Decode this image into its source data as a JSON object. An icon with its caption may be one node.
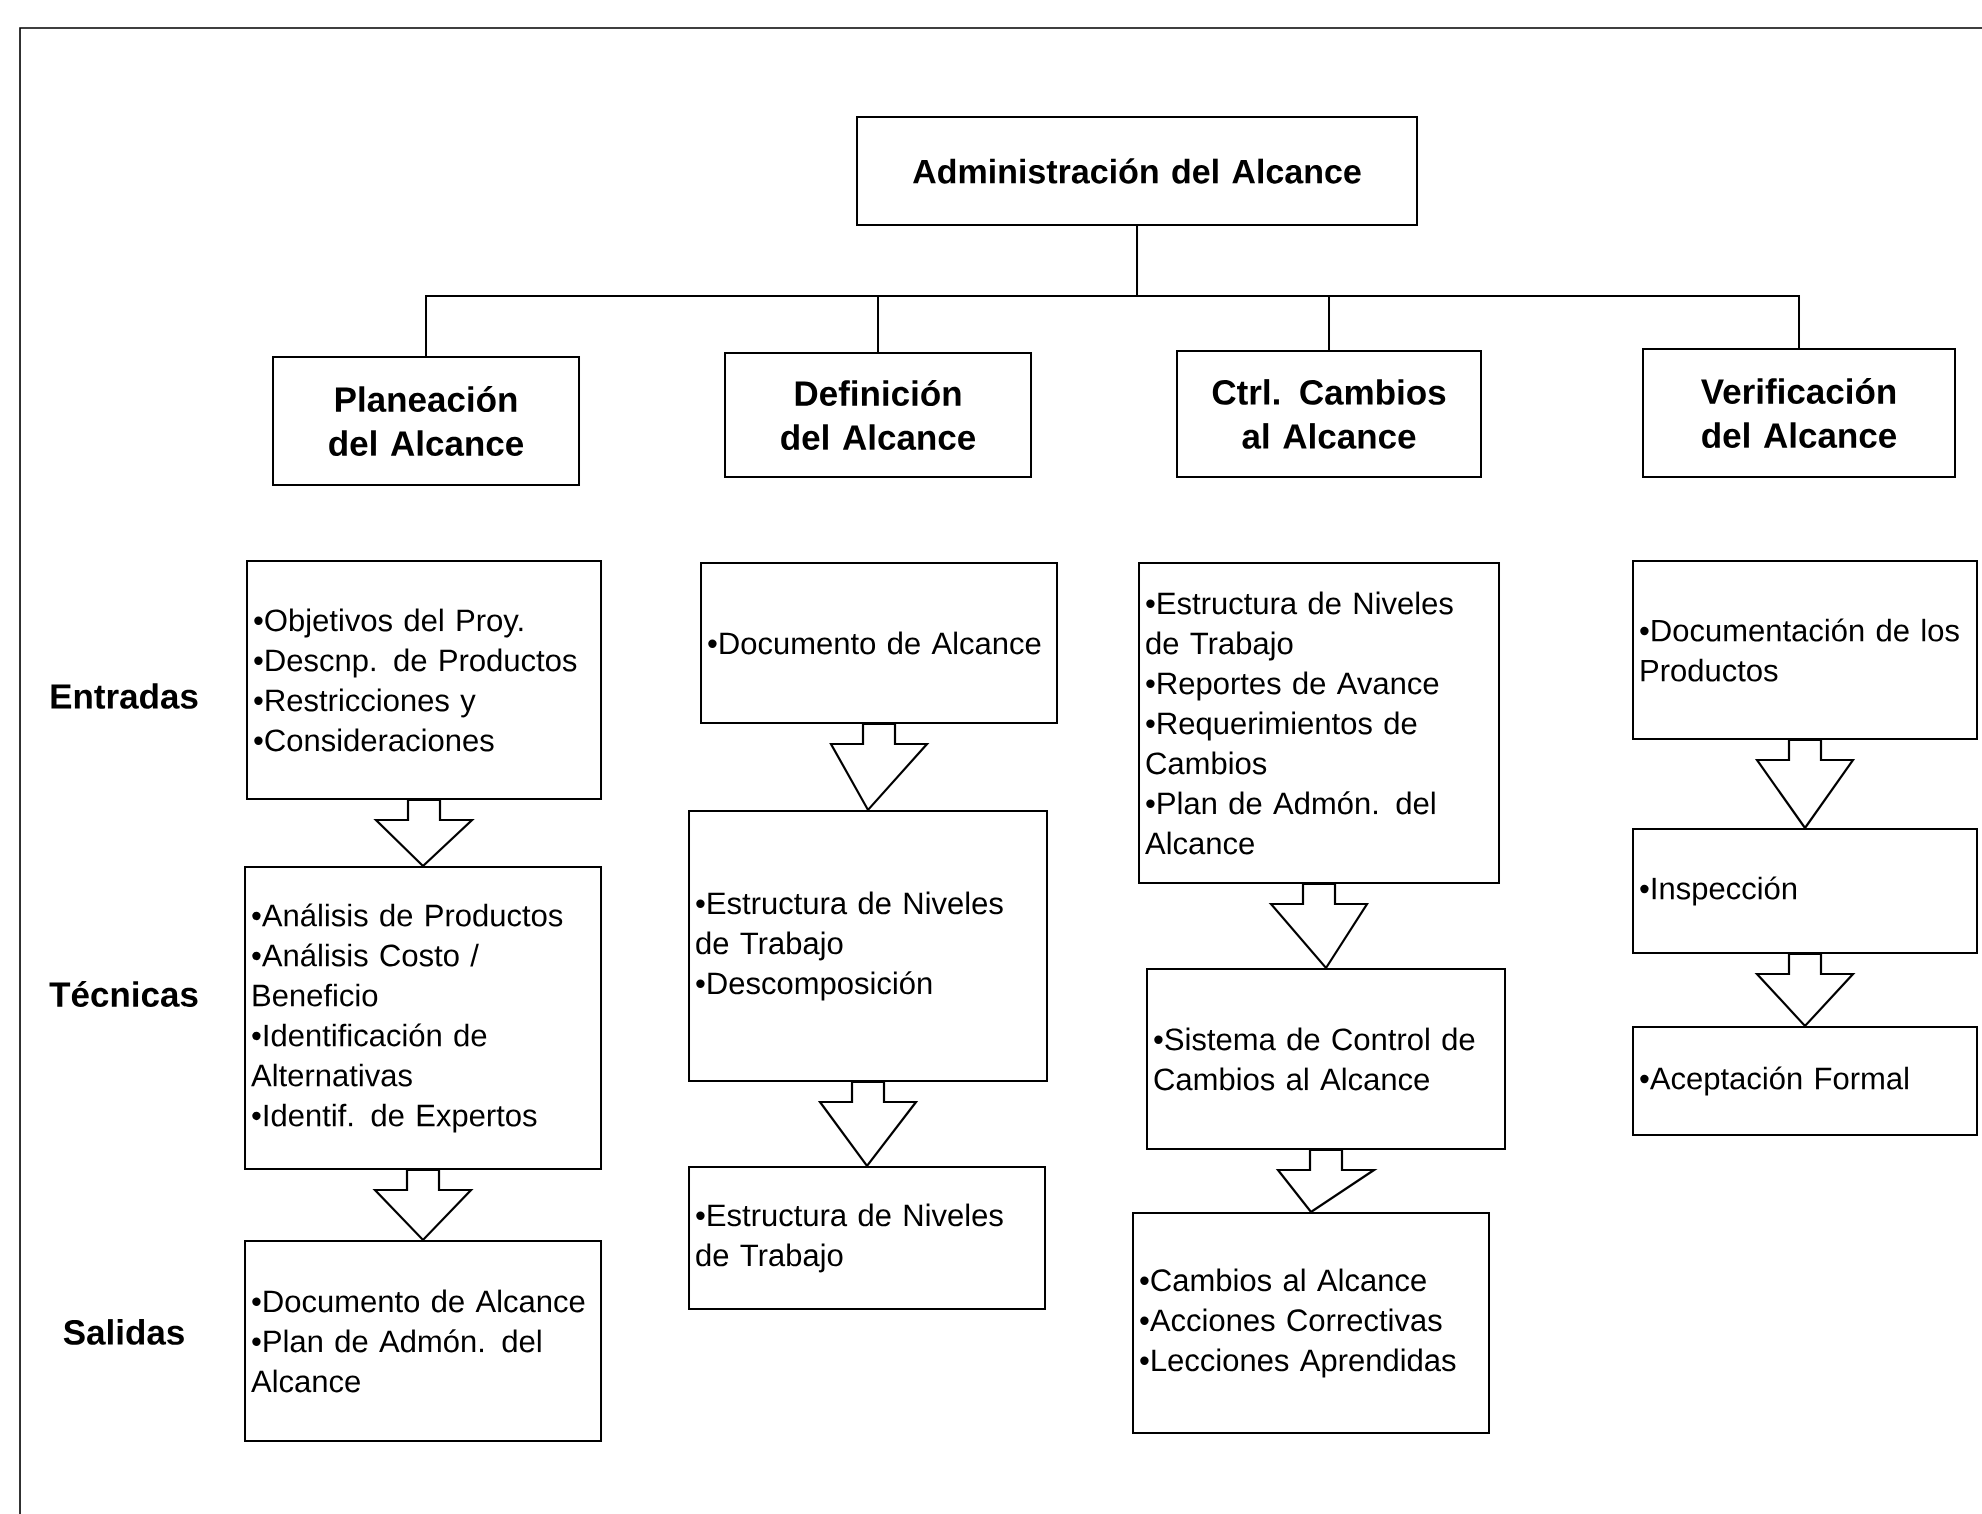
{
  "diagram": {
    "nodes": [
      {
        "text": [
          "Administración del Alcance"
        ]
      },
      {
        "text": [
          "Planeación del Alcance"
        ]
      },
      {
        "text": [
          "Definición del Alcance"
        ]
      },
      {
        "text": [
          "Ctrl. Cambios al Alcance"
        ]
      },
      {
        "text": [
          "Verificación del Alcance"
        ]
      },
      {
        "text": [
          "•Objetivos del Proy.",
          "•Descnp. de Productos",
          "•Restricciones y",
          "•Consideraciones"
        ]
      },
      {
        "text": [
          "•Análisis de Productos",
          "•Análisis Costo / Beneficio",
          "•Identificación de Alternativas",
          "•Identif. de Expertos"
        ]
      },
      {
        "text": [
          "•Documento de Alcance",
          "•Plan de Admón. del Alcance"
        ]
      },
      {
        "text": [
          "•Documento de Alcance"
        ]
      },
      {
        "text": [
          "•Estructura de Niveles de Trabajo",
          "•Descomposición"
        ]
      },
      {
        "text": [
          "•Estructura de Niveles de Trabajo"
        ]
      },
      {
        "text": [
          "•Estructura de Niveles de Trabajo",
          "•Reportes de Avance",
          "•Requerimientos de Cambios",
          "•Plan de Admón. del Alcance"
        ]
      },
      {
        "text": [
          "•Sistema de Control de Cambios al Alcance"
        ]
      },
      {
        "text": [
          "•Cambios al Alcance",
          "•Acciones Correctivas",
          "•Lecciones Aprendidas"
        ]
      },
      {
        "text": [
          "•Documentación de los Productos"
        ]
      },
      {
        "text": [
          "•Inspección"
        ]
      },
      {
        "text": [
          "•Aceptación Formal"
        ]
      }
    ],
    "edges": [
      {
        "from": 0,
        "to": 1,
        "arrow": "none"
      },
      {
        "from": 0,
        "to": 2,
        "arrow": "none"
      },
      {
        "from": 0,
        "to": 3,
        "arrow": "none"
      },
      {
        "from": 0,
        "to": 4,
        "arrow": "none"
      },
      {
        "from": 5,
        "to": 6,
        "arrow": "to"
      },
      {
        "from": 6,
        "to": 7,
        "arrow": "to"
      },
      {
        "from": 8,
        "to": 9,
        "arrow": "to"
      },
      {
        "from": 9,
        "to": 10,
        "arrow": "to"
      },
      {
        "from": 11,
        "to": 12,
        "arrow": "to"
      },
      {
        "from": 12,
        "to": 13,
        "arrow": "to"
      },
      {
        "from": 14,
        "to": 15,
        "arrow": "to"
      },
      {
        "from": 15,
        "to": 16,
        "arrow": "to"
      }
    ],
    "labels": [
      "Entradas",
      "Técnicas",
      "Salidas"
    ]
  }
}
